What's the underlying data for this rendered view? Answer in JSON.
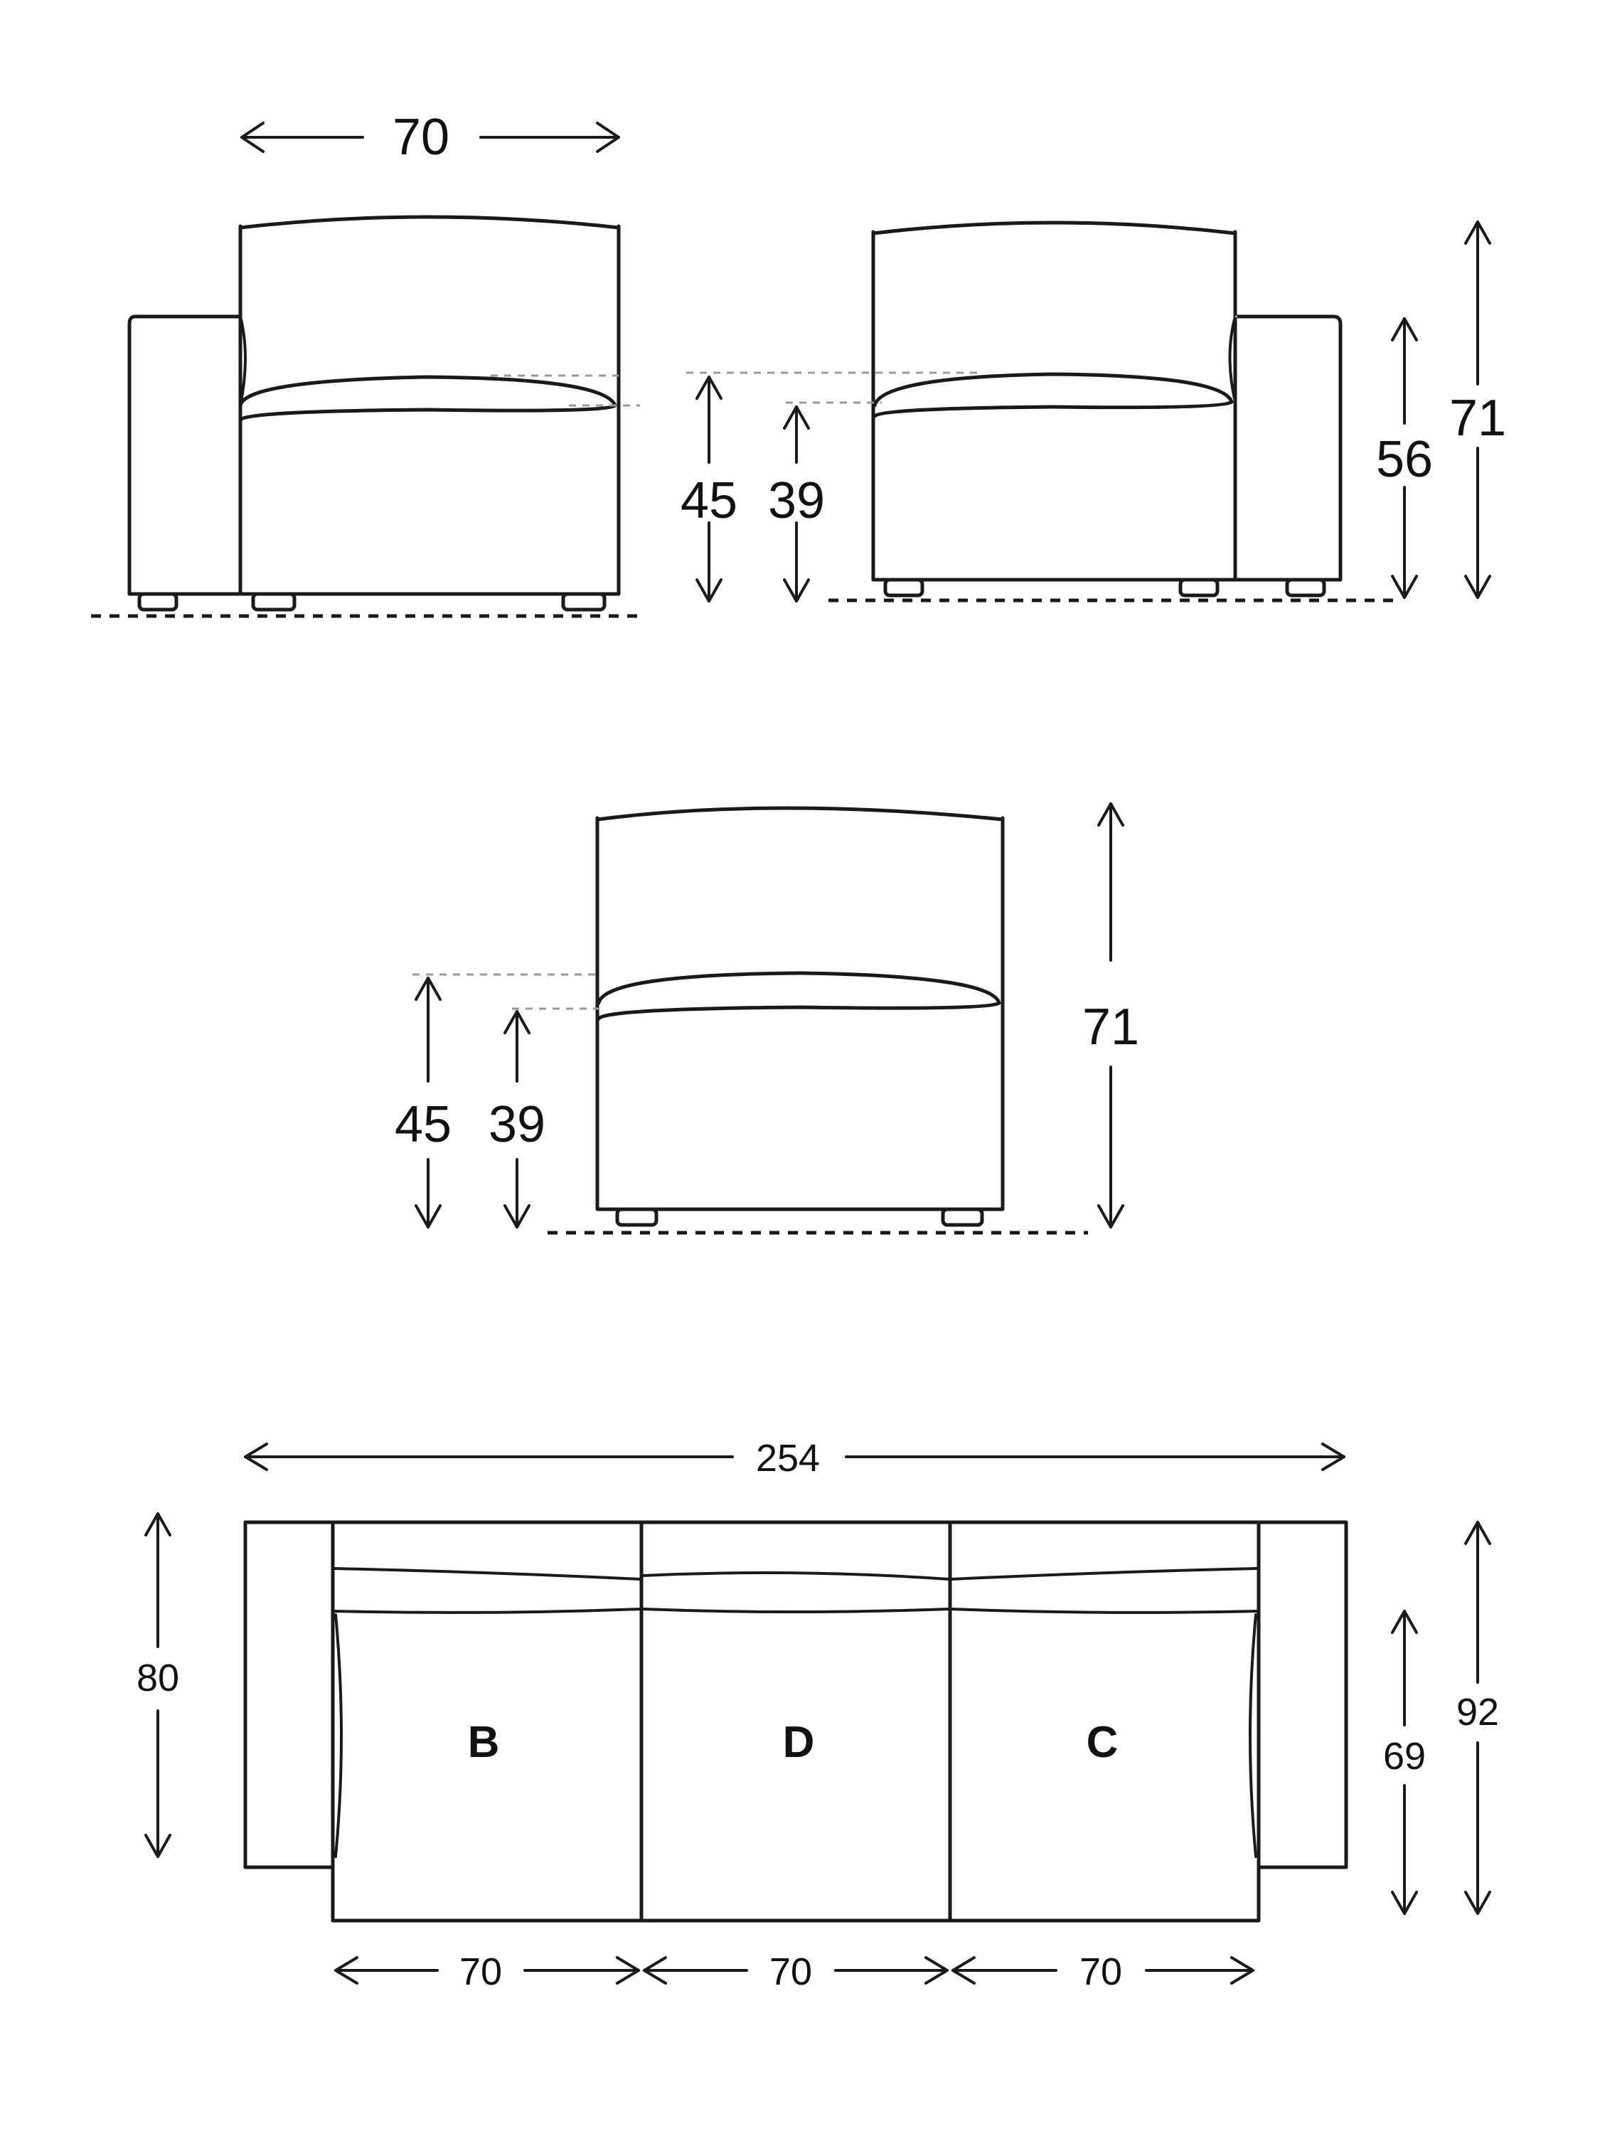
{
  "front_view_left_arm": {
    "width_label": "70"
  },
  "front_view_right_arm": {
    "seat_height_label": "45",
    "seat_cushion_height_label": "39",
    "arm_height_label": "56",
    "total_height_label": "71"
  },
  "front_view_armless": {
    "seat_height_label": "45",
    "seat_cushion_height_label": "39",
    "total_height_label": "71"
  },
  "top_view": {
    "total_width_label": "254",
    "depth_left_label": "80",
    "seat_depth_label": "69",
    "total_depth_label": "92",
    "modules": [
      {
        "letter": "B",
        "width_label": "70"
      },
      {
        "letter": "D",
        "width_label": "70"
      },
      {
        "letter": "C",
        "width_label": "70"
      }
    ]
  }
}
